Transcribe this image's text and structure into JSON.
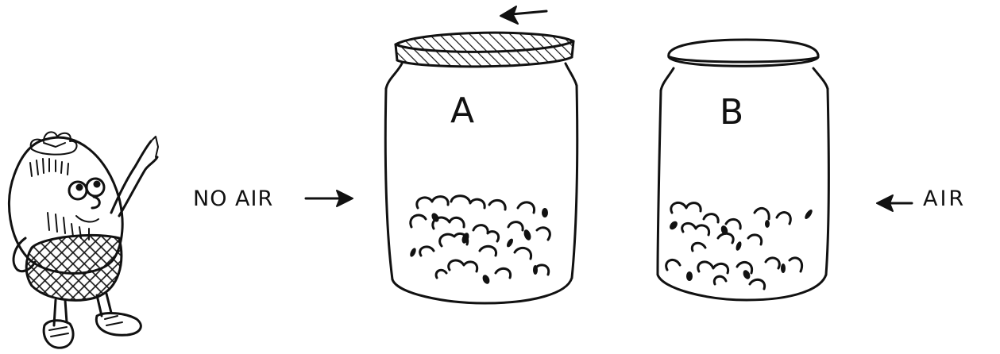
{
  "labels": {
    "no_air": "NO AIR",
    "air": "AIR",
    "jar_a": "A",
    "jar_b": "B"
  },
  "icons": {
    "mascot": "egg-character-pointing-icon",
    "jar_a": "sealed-jar-icon",
    "jar_b": "open-jar-icon",
    "lid": "hatched-lid-icon",
    "lid_arrow": "arrow-left-icon",
    "no_air_arrow": "arrow-right-icon",
    "air_arrow": "arrow-left-icon",
    "contents": "bean-pile-icon"
  },
  "colors": {
    "ink": "#111111",
    "background": "#ffffff"
  }
}
